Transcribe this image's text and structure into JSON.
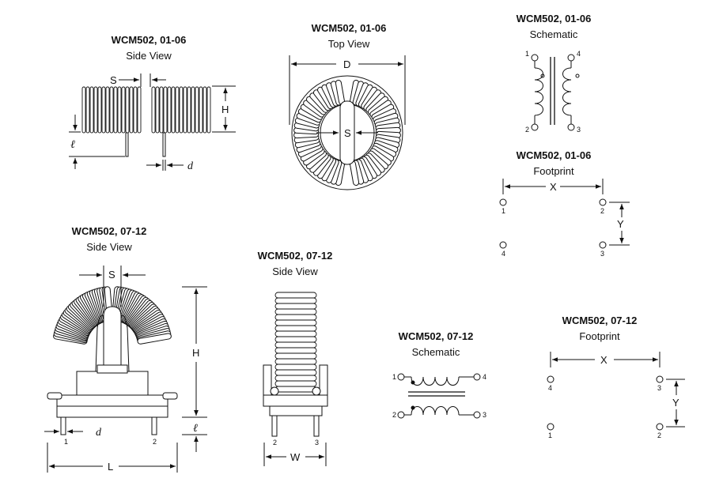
{
  "panels": {
    "p1": {
      "title": "WCM502, 01-06",
      "subtitle": "Side View"
    },
    "p2": {
      "title": "WCM502, 01-06",
      "subtitle": "Top View"
    },
    "p3": {
      "title": "WCM502, 01-06",
      "subtitle": "Schematic"
    },
    "p4": {
      "title": "WCM502, 01-06",
      "subtitle": "Footprint"
    },
    "p5": {
      "title": "WCM502, 07-12",
      "subtitle": "Side View"
    },
    "p6": {
      "title": "WCM502, 07-12",
      "subtitle": "Side View"
    },
    "p7": {
      "title": "WCM502, 07-12",
      "subtitle": "Schematic"
    },
    "p8": {
      "title": "WCM502, 07-12",
      "subtitle": "Footprint"
    }
  },
  "dims": {
    "S": "S",
    "H": "H",
    "D": "D",
    "L": "L",
    "W": "W",
    "X": "X",
    "Y": "Y",
    "lead_len": "ℓ",
    "lead_dia": "d"
  },
  "pins": {
    "p1": "1",
    "p2": "2",
    "p3": "3",
    "p4": "4"
  }
}
